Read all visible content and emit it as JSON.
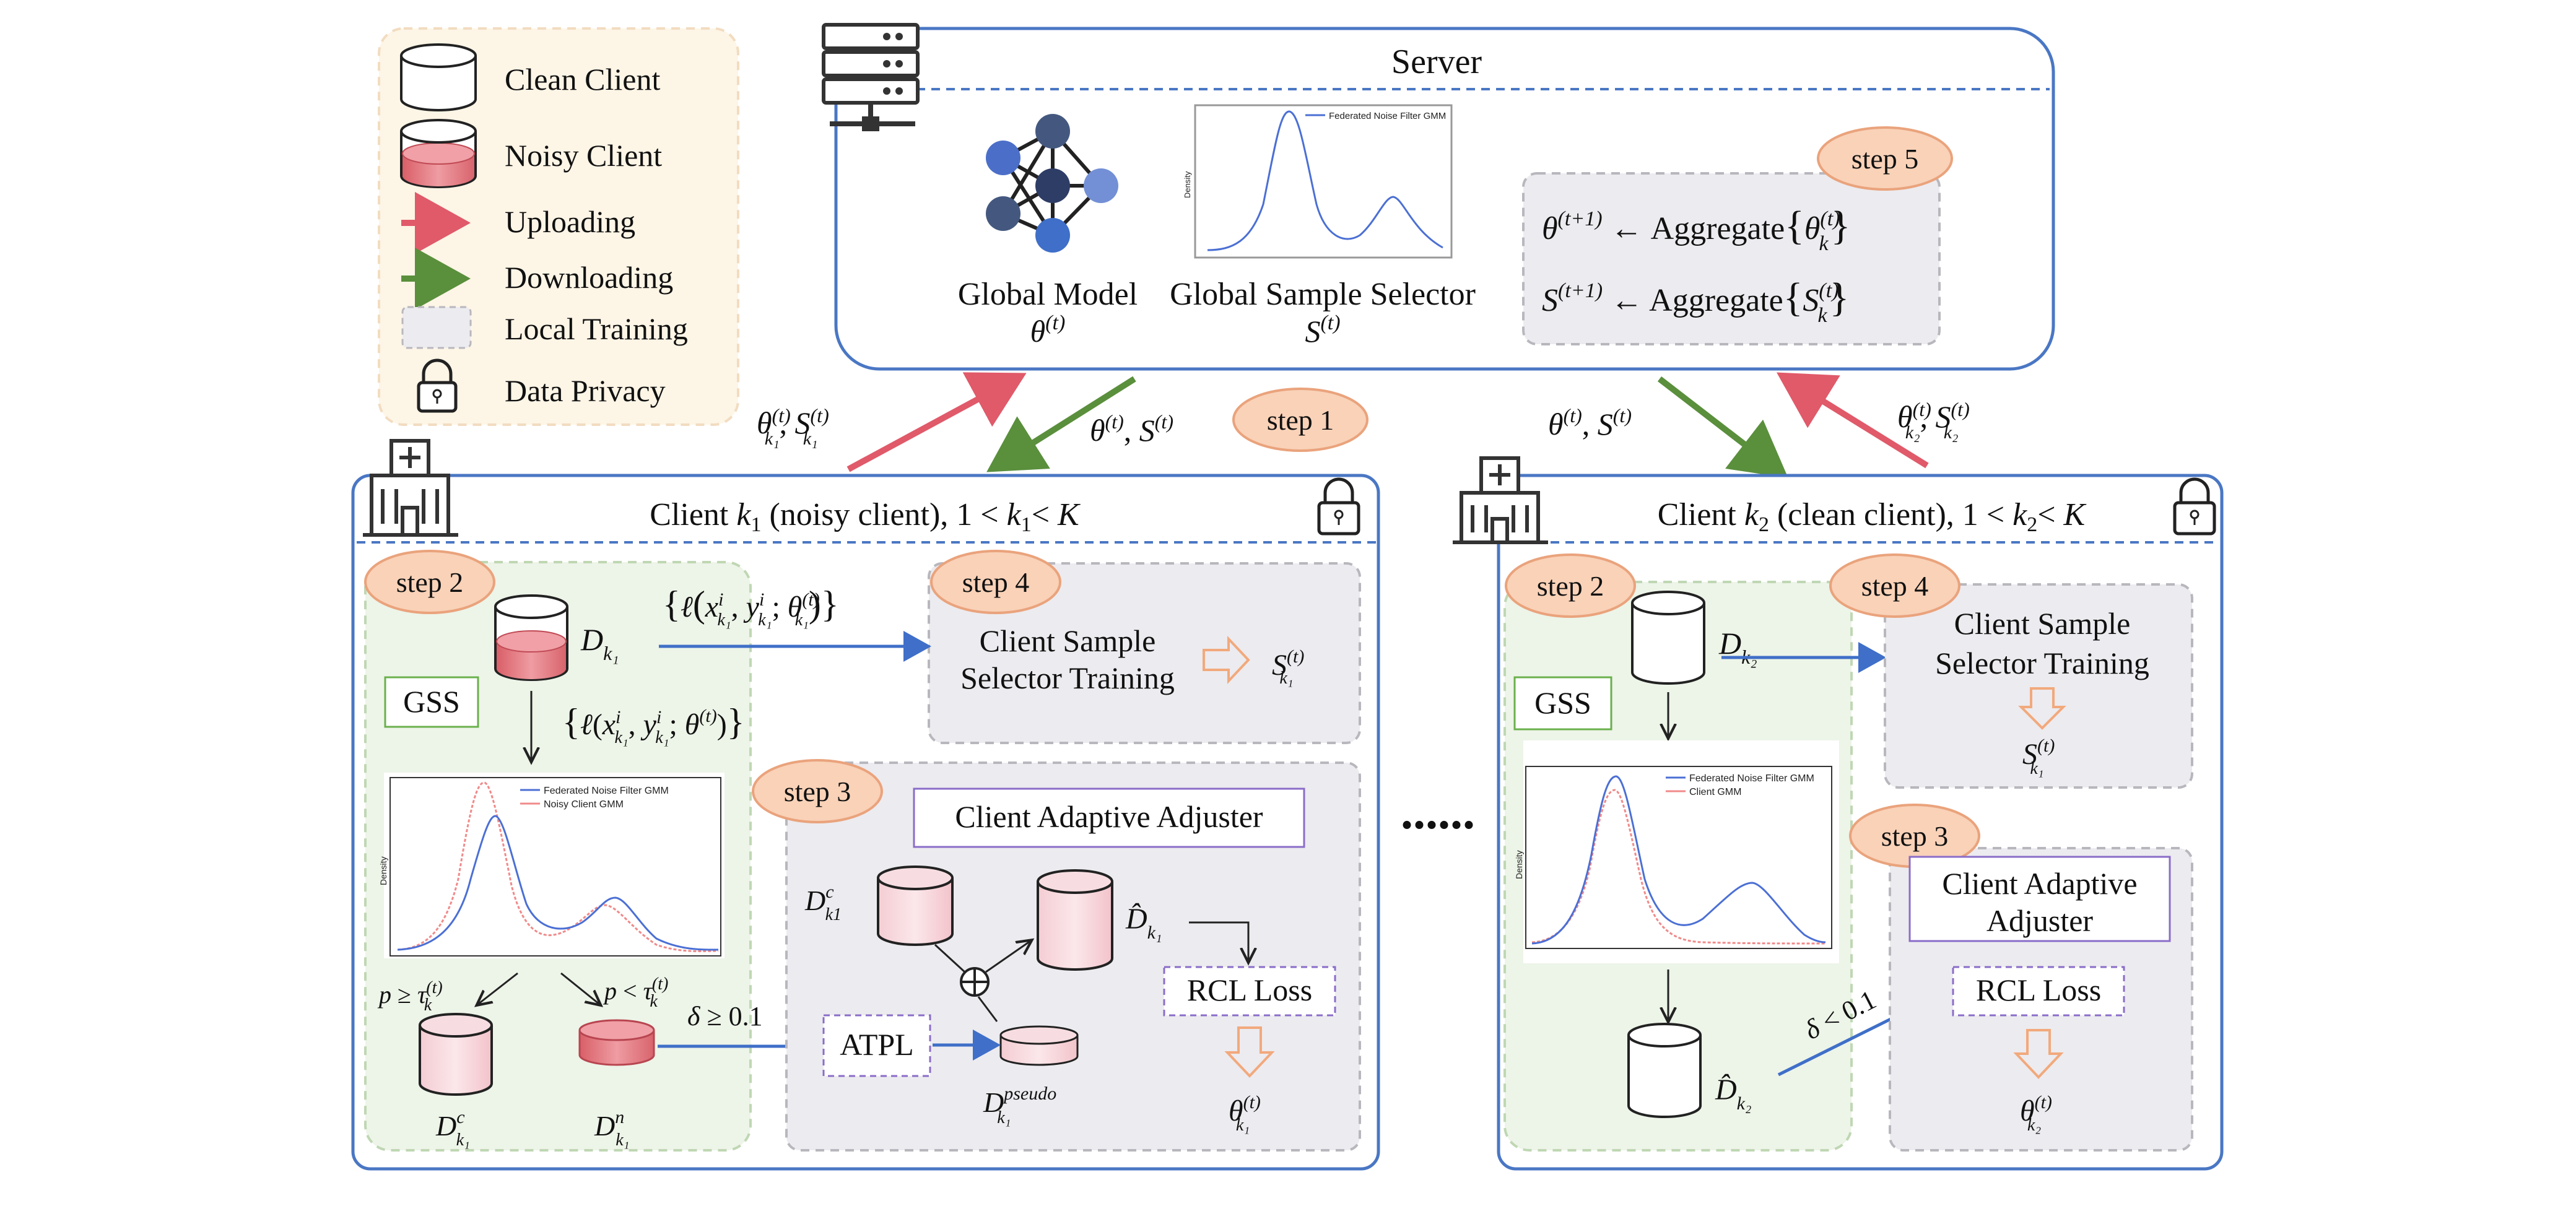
{
  "legend": {
    "clean_client": "Clean Client",
    "noisy_client": "Noisy Client",
    "uploading": "Uploading",
    "downloading": "Downloading",
    "local_training": "Local Training",
    "data_privacy": "Data Privacy"
  },
  "server": {
    "title": "Server",
    "global_model": "Global Model",
    "global_model_sym": "θ(t)",
    "global_selector": "Global Sample Selector",
    "global_selector_sym": "S(t)",
    "mini_plot_legend": "Federated Noise Filter GMM",
    "mini_plot_ylabel": "Density",
    "agg_theta": "θ(t+1) ← Aggregate{θk(t)}",
    "agg_s": "S(t+1) ← Aggregate{Sk(t)}",
    "step5": "step 5"
  },
  "links": {
    "left_up": "θk1(t), Sk1(t)",
    "left_down": "θ(t), S(t)",
    "step1": "step 1",
    "right_down": "θ(t), S(t)",
    "right_up": "θk2(t), Sk2(t)",
    "ellipsis": "......"
  },
  "client1": {
    "title": "Client k1 (noisy client), 1 < k1< K",
    "step2": "step 2",
    "step3": "step 3",
    "step4": "step 4",
    "gss": "GSS",
    "dataset": "Dk1",
    "loss_local": "{ℓ(xk1i, yk1i; θk1(t))}",
    "loss_global": "{ℓ(xk1i, yk1i; θ(t))}",
    "plot_legend_1": "Federated Noise Filter GMM",
    "plot_legend_2": "Noisy Client GMM",
    "plot_ylabel": "Density",
    "cond_ge": "p ≥ τk(t)",
    "cond_lt": "p < τk(t)",
    "clean_set": "Dk1c",
    "noisy_set": "Dk1n",
    "delta": "δ ≥ 0.1",
    "css_training_1": "Client Sample",
    "css_training_2": "Selector Training",
    "s_out": "Sk1(t)",
    "adjuster": "Client Adaptive Adjuster",
    "dc": "Dk1c",
    "atpl": "ATPL",
    "pseudo": "Dk1pseudo",
    "dhat": "D̂k1",
    "rcl": "RCL Loss",
    "theta_out": "θk1(t)"
  },
  "client2": {
    "title": "Client k2 (clean client), 1 < k2< K",
    "step2": "step 2",
    "step3": "step 3",
    "step4": "step 4",
    "gss": "GSS",
    "dataset": "Dk2",
    "plot_legend_1": "Federated Noise Filter GMM",
    "plot_legend_2": "Client GMM",
    "plot_ylabel": "Density",
    "dhat": "D̂k2",
    "delta": "δ < 0.1",
    "css_training_1": "Client Sample",
    "css_training_2": "Selector Training",
    "s_out": "Sk1(t)",
    "adjuster_1": "Client Adaptive",
    "adjuster_2": "Adjuster",
    "rcl": "RCL Loss",
    "theta_out": "θk2(t)"
  },
  "colors": {
    "frame_blue": "#4a77c4",
    "upload_red": "#e05a6a",
    "download_green": "#5a8f3c",
    "step_fill": "#f9d2b8",
    "step_stroke": "#eaa37c",
    "green_panel": "#edf4e8",
    "gray_panel": "#ecebef",
    "legend_bg": "#fdf5e6",
    "purple": "#8a6cc9",
    "curve_blue": "#4b6fd4",
    "curve_red": "#f08a8a"
  }
}
